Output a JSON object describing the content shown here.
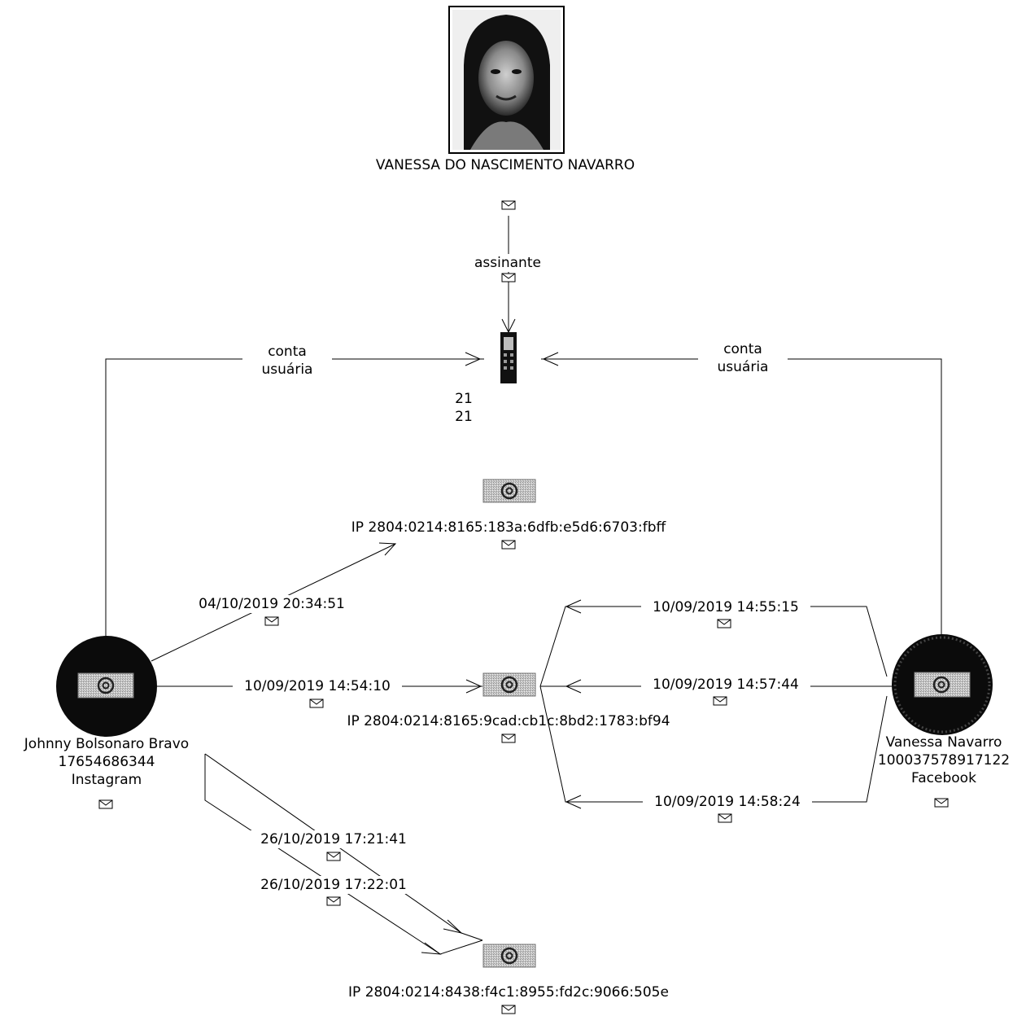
{
  "person": {
    "name": "VANESSA DO NASCIMENTO NAVARRO",
    "photo_icon": "person-photo"
  },
  "subscriber_edge": {
    "label": "assinante"
  },
  "phone": {
    "icon": "phone-icon",
    "line1": "21",
    "line2": "21"
  },
  "left_edge": {
    "line1": "conta",
    "line2": "usuária"
  },
  "right_edge": {
    "line1": "conta",
    "line2": "usuária"
  },
  "ip_nodes": [
    {
      "label": "IP 2804:0214:8165:183a:6dfb:e5d6:6703:fbff",
      "icon": "at-icon"
    },
    {
      "label": "IP 2804:0214:8165:9cad:cb1c:8bd2:1783:bf94",
      "icon": "at-icon"
    },
    {
      "label": "IP 2804:0214:8438:f4c1:8955:fd2c:9066:505e",
      "icon": "at-icon"
    }
  ],
  "account_left": {
    "name": "Johnny Bolsonaro Bravo",
    "id": "17654686344",
    "platform": "Instagram"
  },
  "account_right": {
    "name": "Vanessa Navarro",
    "id": "100037578917122",
    "platform": "Facebook"
  },
  "access_edges": [
    {
      "label": "04/10/2019 20:34:51"
    },
    {
      "label": "10/09/2019 14:54:10"
    },
    {
      "label": "10/09/2019 14:55:15"
    },
    {
      "label": "10/09/2019 14:57:44"
    },
    {
      "label": "10/09/2019 14:58:24"
    },
    {
      "label": "26/10/2019 17:21:41"
    },
    {
      "label": "26/10/2019 17:22:01"
    }
  ]
}
